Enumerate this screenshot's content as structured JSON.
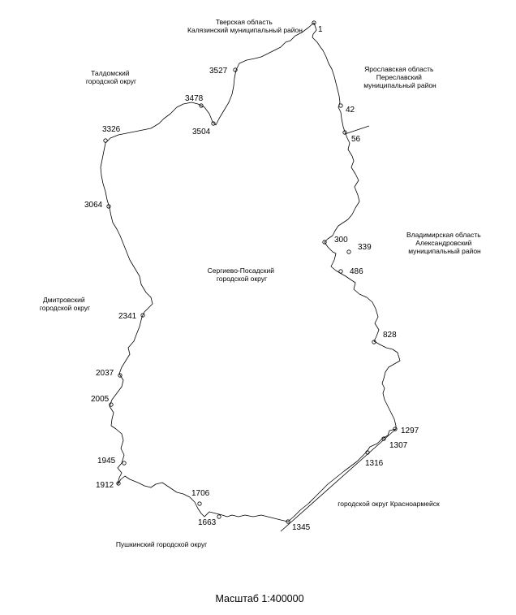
{
  "regions": {
    "tver": [
      "Тверская область",
      "Калязинский муниципальный район"
    ],
    "taldom": [
      "Талдомский",
      "городской округ"
    ],
    "yaroslavl": [
      "Ярославская область",
      "Переславский",
      "муниципальный район"
    ],
    "vladimir": [
      "Владимирская область",
      "Александровский",
      "муниципальный район"
    ],
    "sergiev": [
      "Сергиево-Посадский",
      "городской округ"
    ],
    "dmitrov": [
      "Дмитровский",
      "городской округ"
    ],
    "krasnoarmeysk": [
      "городской округ Красноармейск"
    ],
    "pushkino": [
      "Пушкинский городской округ"
    ]
  },
  "points": {
    "p1": "1",
    "p42": "42",
    "p56": "56",
    "p300": "300",
    "p339": "339",
    "p486": "486",
    "p828": "828",
    "p1297": "1297",
    "p1307": "1307",
    "p1316": "1316",
    "p1345": "1345",
    "p1663": "1663",
    "p1706": "1706",
    "p1912": "1912",
    "p1945": "1945",
    "p2005": "2005",
    "p2037": "2037",
    "p2341": "2341",
    "p3064": "3064",
    "p3326": "3326",
    "p3478": "3478",
    "p3504": "3504",
    "p3527": "3527"
  },
  "scale_label": "Масштаб 1:400000",
  "colors": {
    "line": "#000000",
    "background": "#ffffff"
  }
}
